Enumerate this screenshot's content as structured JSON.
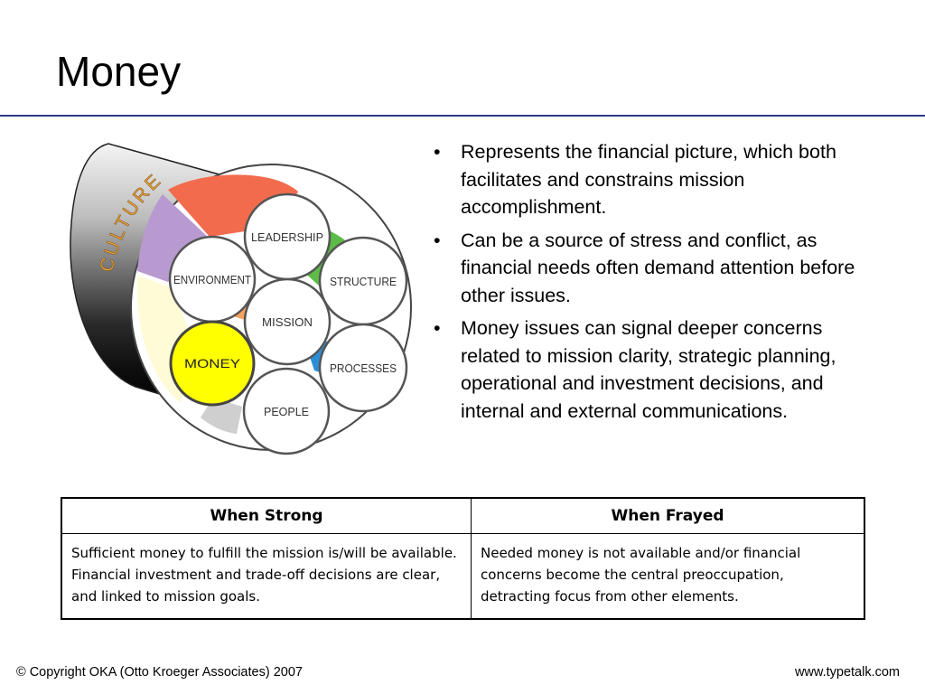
{
  "slide": {
    "title": "Money",
    "bullets": [
      "Represents the financial picture, which both facilitates and constrains mission accomplishment.",
      "Can be a source of stress and conflict, as financial needs often demand attention before other issues.",
      "Money issues can signal deeper concerns related to mission clarity, strategic planning, operational and investment decisions, and internal and external communications."
    ]
  },
  "diagram": {
    "culture_label": "CULTURE",
    "circles": {
      "leadership": "LEADERSHIP",
      "environment": "ENVIRONMENT",
      "structure": "STRUCTURE",
      "mission": "MISSION",
      "money": "MONEY",
      "processes": "PROCESSES",
      "people": "PEOPLE"
    },
    "colors": {
      "money_fill": "#ffff00",
      "culture_text": "#e8a33a",
      "segment_red": "#f26b4d",
      "segment_purple": "#b89ad1",
      "segment_yellow": "#fffbd6",
      "segment_green": "#5dbb47",
      "segment_blue": "#2b8fd6",
      "segment_orange": "#f7a35c"
    }
  },
  "table": {
    "headers": [
      "When Strong",
      "When Frayed"
    ],
    "rows": [
      [
        "Sufficient money to fulfill the mission is/will be available.  Financial investment and trade-off decisions are clear, and linked to mission goals.",
        "Needed money is not available and/or financial concerns become the central preoccupation, detracting focus from other elements."
      ]
    ]
  },
  "footer": {
    "copyright": "© Copyright OKA (Otto Kroeger Associates) 2007",
    "website": "www.typetalk.com"
  }
}
